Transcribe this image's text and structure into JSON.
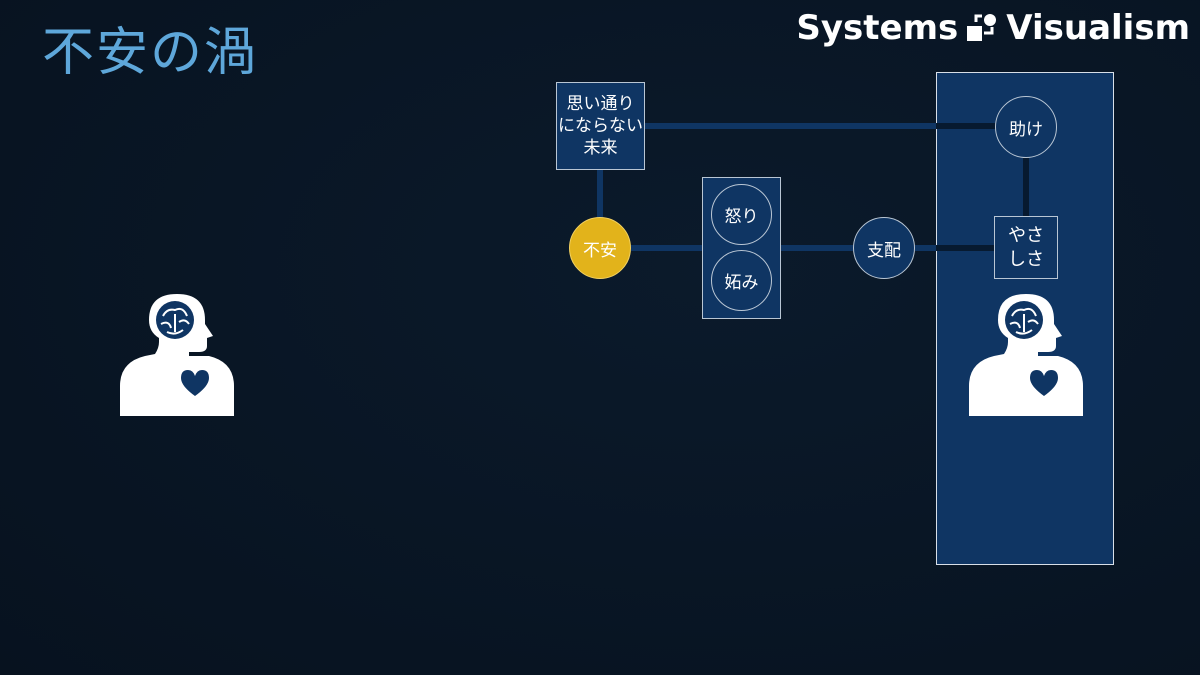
{
  "header": {
    "title": "不安の渦",
    "brand_left": "Systems",
    "brand_right": "Visualism",
    "brand_logo_icon": "systems-visualism-logo-icon"
  },
  "diagram": {
    "nodes": {
      "future": "思い通り\nにならない\n未来",
      "anxiety": "不安",
      "anger": "怒り",
      "jealousy": "妬み",
      "control": "支配",
      "help": "助け",
      "kindness": "やさ\nしさ"
    },
    "icons": {
      "person_left": "person-brain-heart-icon",
      "person_right": "person-brain-heart-icon"
    },
    "colors": {
      "background": "#091523",
      "node_fill": "#0f3563",
      "anxiety_fill": "#e2b31b",
      "link": "#0f3563",
      "title": "#5ea7da"
    }
  }
}
